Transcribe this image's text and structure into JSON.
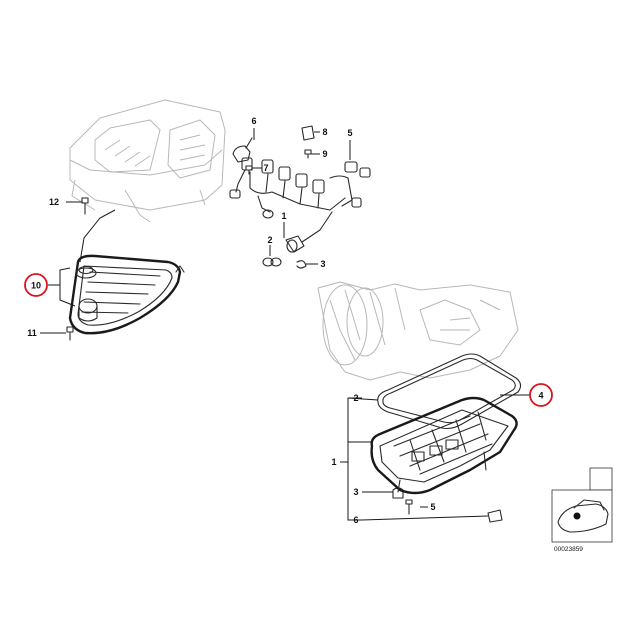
{
  "callouts": {
    "c10": "10",
    "c4": "4",
    "c12": "12",
    "c11": "11",
    "c6": "6",
    "c8": "8",
    "c9": "9",
    "c7": "7",
    "c5top": "5",
    "c1top": "1",
    "c2top": "2",
    "c3top": "3",
    "c2": "2",
    "c1": "1",
    "c3": "3",
    "c5": "5",
    "c6b": "6"
  },
  "reference_number": "00023859",
  "colors": {
    "highlight": "#d9141c",
    "line": "#1a1a1a",
    "faint": "#b8b8b8"
  }
}
